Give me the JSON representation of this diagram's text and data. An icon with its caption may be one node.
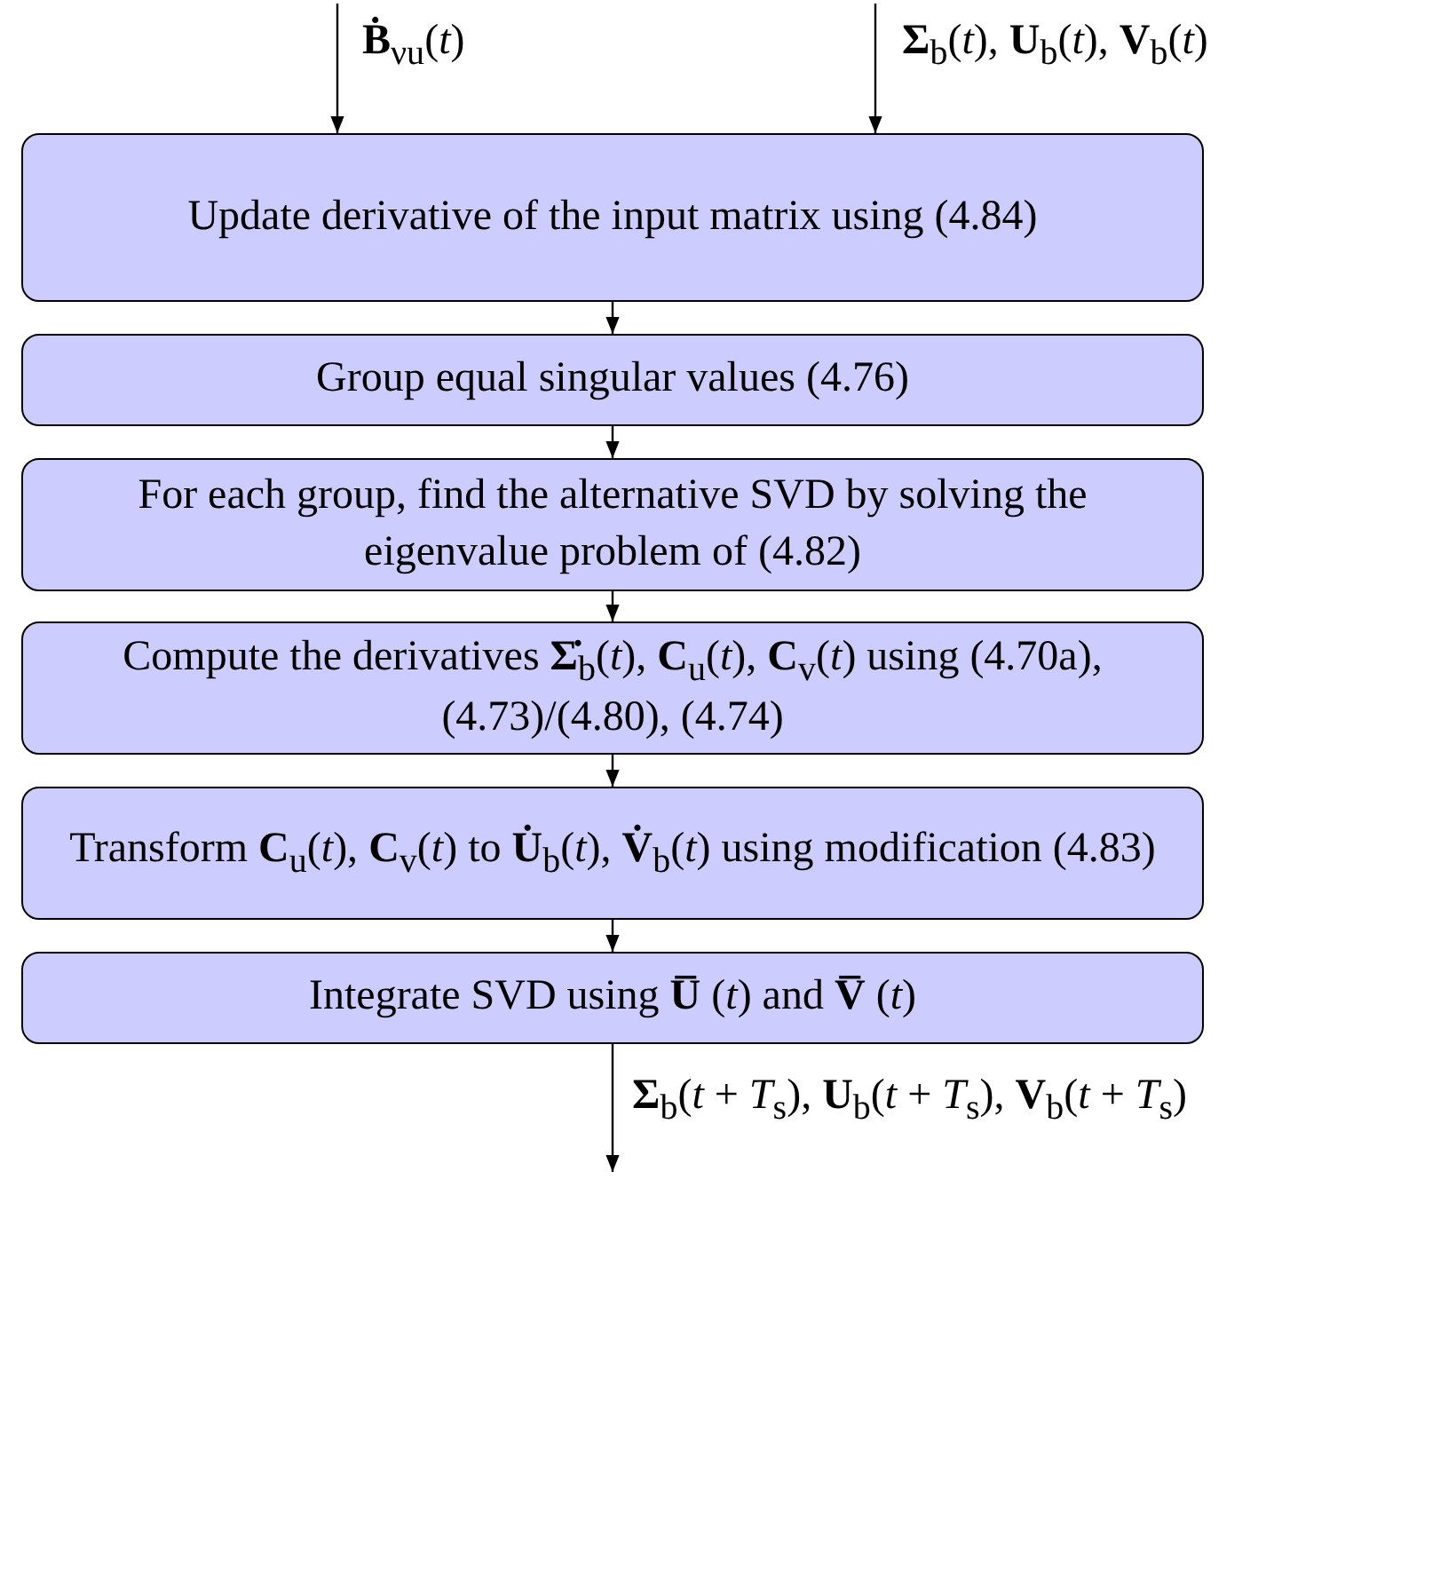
{
  "diagram": {
    "nodes": [
      {
        "text": [
          "Update derivative of the input matrix using (4.84)"
        ]
      },
      {
        "text": [
          "Group equal singular values (4.76)"
        ]
      },
      {
        "text": [
          "For each group, find the alternative SVD by solving the eigenvalue problem of (4.82)"
        ]
      },
      {
        "text": [
          "Compute the derivatives **Σ̇**$_{b}$(*t*), **C**$_{u}$(*t*), **C**$_{v}$(*t*) using (4.70a), (4.73)/(4.80), (4.74)"
        ]
      },
      {
        "text": [
          "Transform **C**$_{u}$(*t*), **C**$_{v}$(*t*) to **U̇**$_{b}$(*t*), **V̇**$_{b}$(*t*) using modification (4.83)"
        ]
      },
      {
        "text": [
          "Integrate SVD using **U̅** (*t*) and **V̅** (*t*)"
        ]
      }
    ],
    "edges": [
      {
        "from": null,
        "to": 0,
        "arrow": "to",
        "label": "**Ḃ**$_{νu}$(*t*)"
      },
      {
        "from": null,
        "to": 0,
        "arrow": "to",
        "label": "**Σ**$_{b}$(*t*), **U**$_{b}$(*t*), **V**$_{b}$(*t*)"
      },
      {
        "from": 0,
        "to": 1,
        "arrow": "to"
      },
      {
        "from": 1,
        "to": 2,
        "arrow": "to"
      },
      {
        "from": 2,
        "to": 3,
        "arrow": "to"
      },
      {
        "from": 3,
        "to": 4,
        "arrow": "to"
      },
      {
        "from": 4,
        "to": 5,
        "arrow": "to"
      },
      {
        "from": 5,
        "to": null,
        "arrow": "to",
        "label": "**Σ**$_{b}$(*t* + *T*$_{s}$), **U**$_{b}$(*t* + *T*$_{s}$), **V**$_{b}$(*t* + *T*$_{s}$)"
      }
    ]
  }
}
